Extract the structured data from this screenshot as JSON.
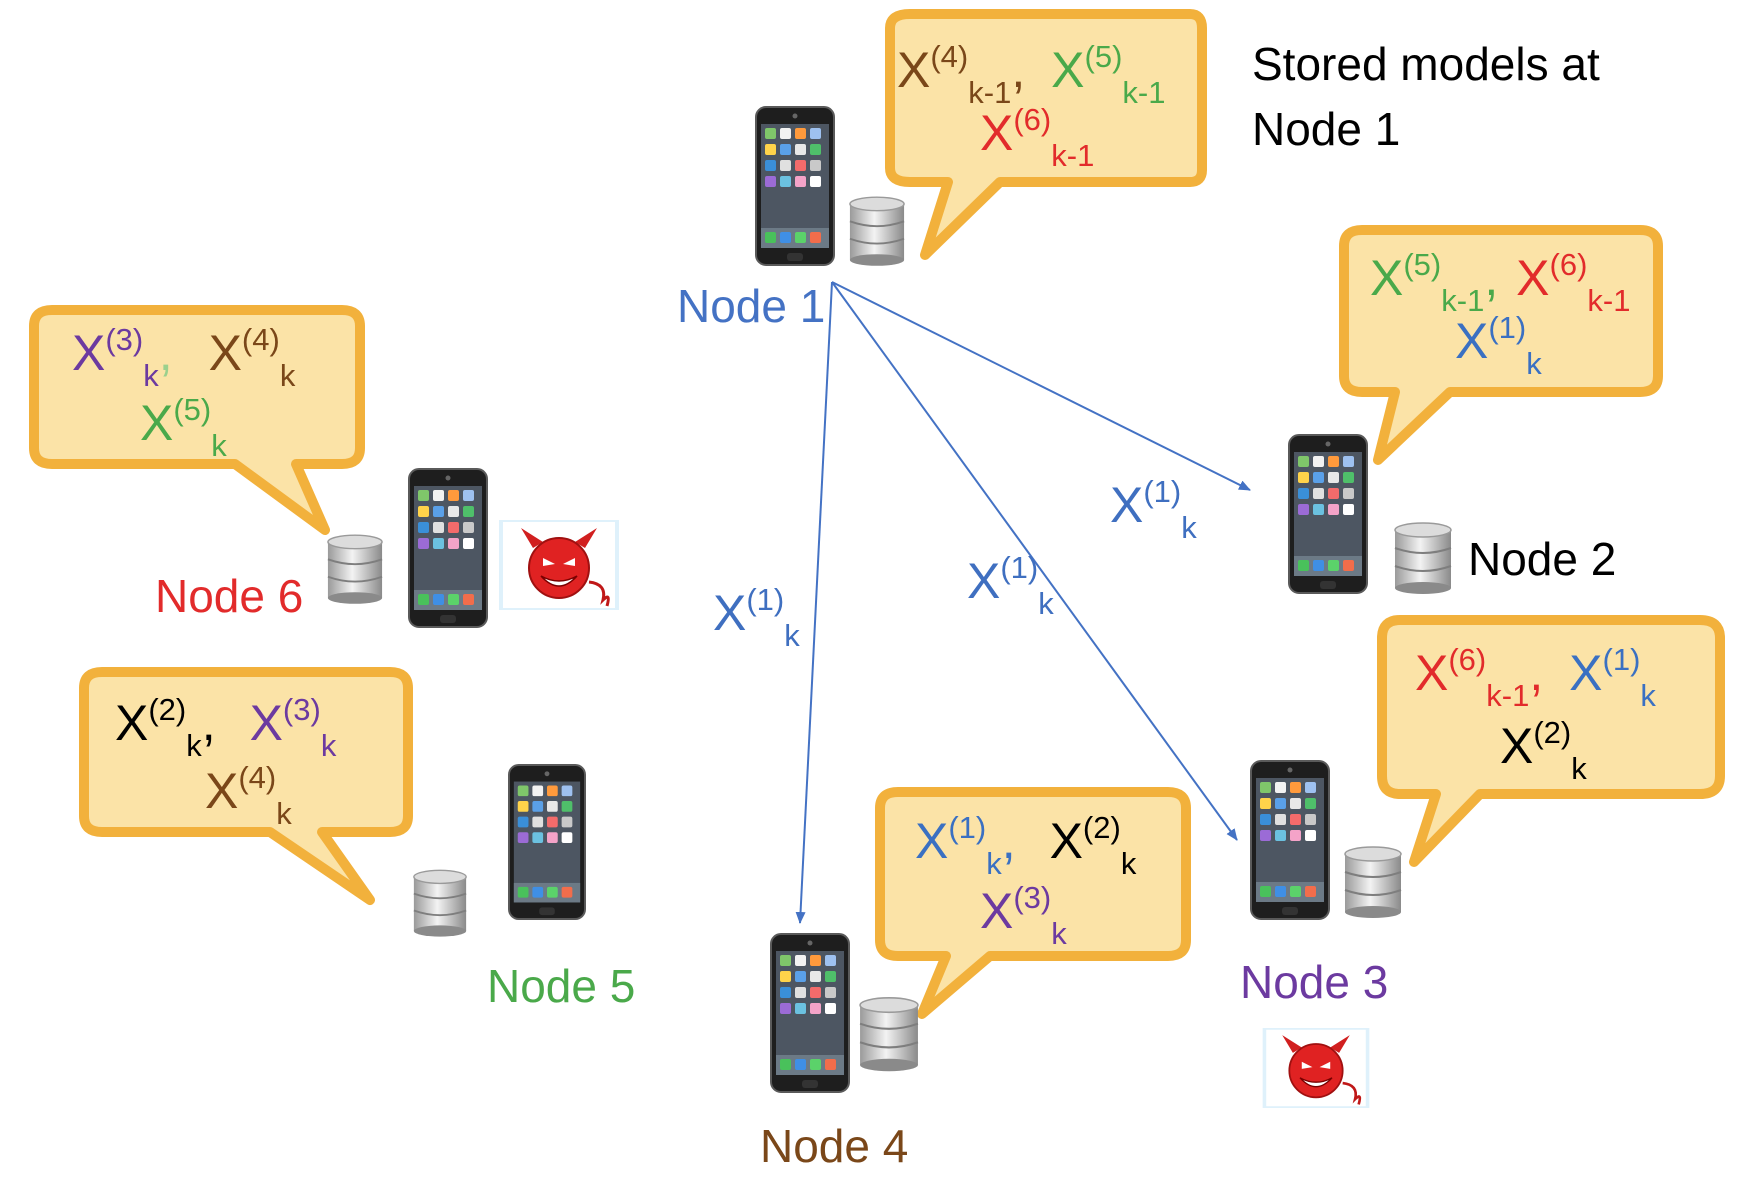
{
  "colors": {
    "blue": "#3a70c2",
    "green": "#4aa94a",
    "red": "#e22b2b",
    "purple": "#6c3aa0",
    "brown": "#7a4719",
    "black": "#000000",
    "bubble_fill": "#fbe3a7",
    "bubble_stroke": "#f2b13c",
    "arrow": "#4472c4"
  },
  "note": {
    "line1": "Stored models at",
    "line2": "Node 1"
  },
  "nodes": {
    "node1": {
      "label": "Node 1",
      "color": "#4472c4"
    },
    "node2": {
      "label": "Node 2",
      "color": "#000000"
    },
    "node3": {
      "label": "Node 3",
      "color": "#6c3aa0"
    },
    "node4": {
      "label": "Node 4",
      "color": "#7a4719"
    },
    "node5": {
      "label": "Node 5",
      "color": "#4aa94a"
    },
    "node6": {
      "label": "Node 6",
      "color": "#e22b2b"
    }
  },
  "models": {
    "x1k": {
      "base": "X",
      "sup": "(1)",
      "sub": "k"
    },
    "x2k": {
      "base": "X",
      "sup": "(2)",
      "sub": "k"
    },
    "x3k": {
      "base": "X",
      "sup": "(3)",
      "sub": "k"
    },
    "x4k": {
      "base": "X",
      "sup": "(4)",
      "sub": "k"
    },
    "x5k": {
      "base": "X",
      "sup": "(5)",
      "sub": "k"
    },
    "x4k1": {
      "base": "X",
      "sup": "(4)",
      "sub": "k-1"
    },
    "x5k1": {
      "base": "X",
      "sup": "(5)",
      "sub": "k-1"
    },
    "x6k1": {
      "base": "X",
      "sup": "(6)",
      "sub": "k-1"
    }
  },
  "separators": {
    "comma": ","
  },
  "edges": {
    "to_node2": {
      "base": "X",
      "sup": "(1)",
      "sub": "k"
    },
    "to_node3": {
      "base": "X",
      "sup": "(1)",
      "sub": "k"
    },
    "to_node4": {
      "base": "X",
      "sup": "(1)",
      "sub": "k"
    }
  },
  "icons": [
    "smartphone-icon",
    "database-icon",
    "devil-icon"
  ]
}
